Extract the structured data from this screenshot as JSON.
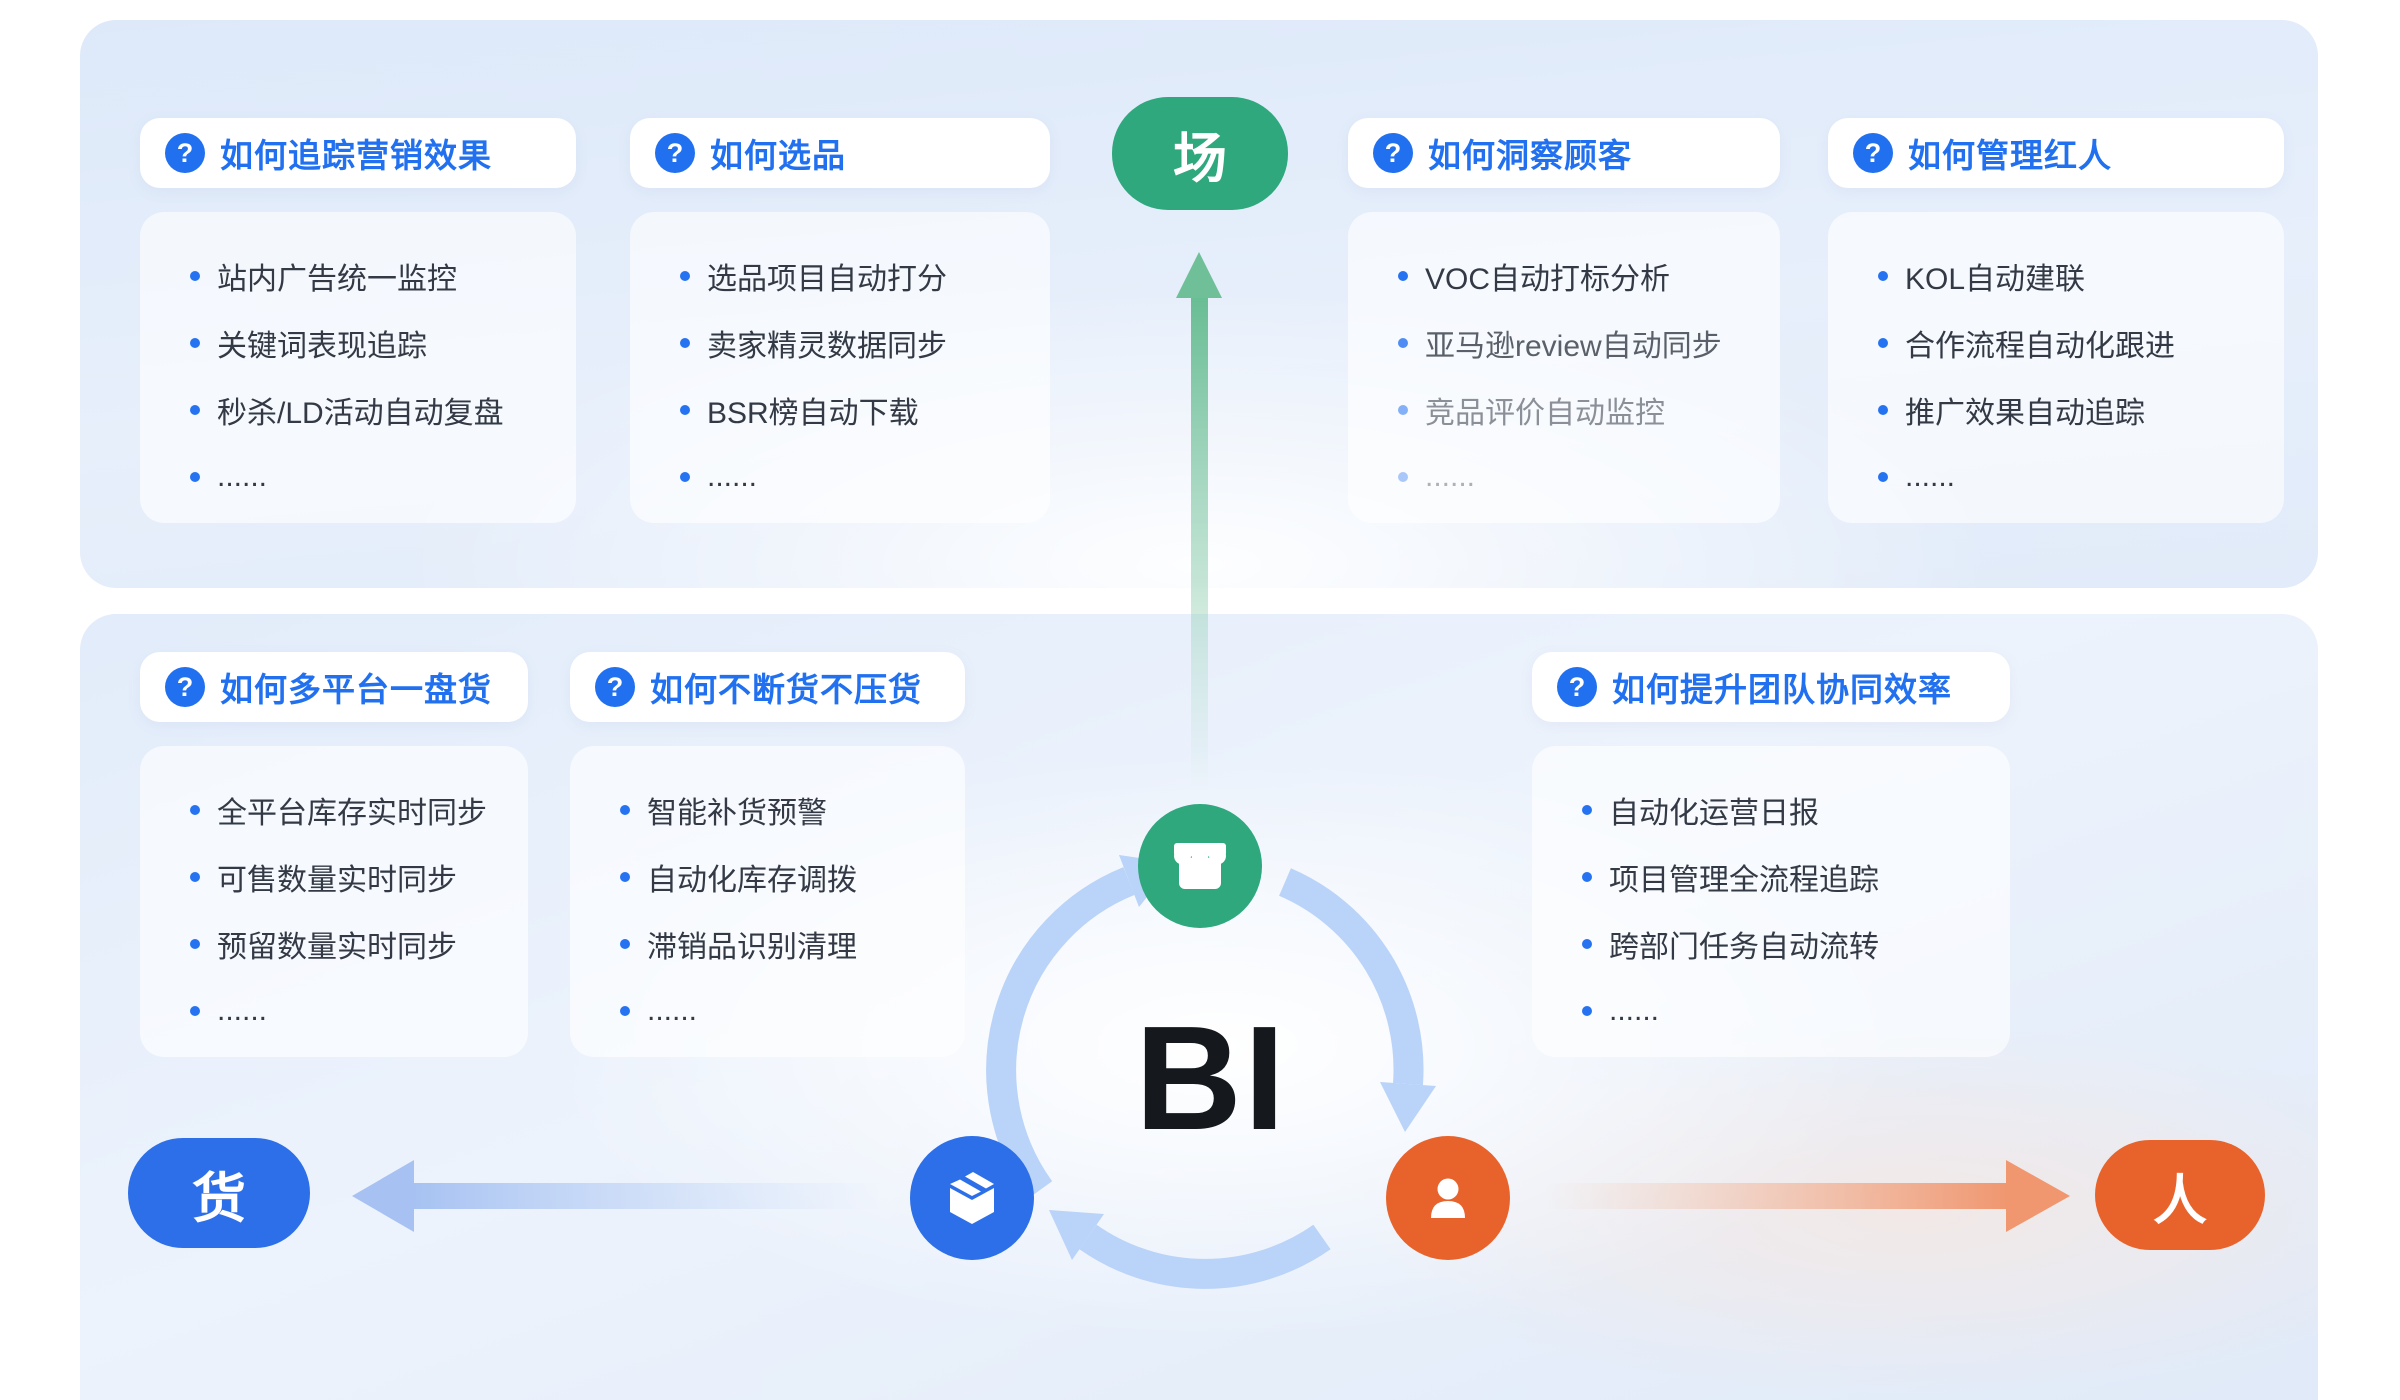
{
  "diagram": {
    "center_label": "BI",
    "node_market": "场",
    "node_goods": "货",
    "node_people": "人",
    "question_mark": "?"
  },
  "colors": {
    "accent_blue": "#2170F0",
    "green": "#2EA87C",
    "node_blue": "#2D6FE8",
    "orange": "#E8632C",
    "arc_blue": "#BAD3F8"
  },
  "top_cards": [
    {
      "title": "如何追踪营销效果",
      "items": [
        "站内广告统一监控",
        "关键词表现追踪",
        "秒杀/LD活动自动复盘",
        "......"
      ]
    },
    {
      "title": "如何选品",
      "items": [
        "选品项目自动打分",
        "卖家精灵数据同步",
        "BSR榜自动下载",
        "......"
      ]
    },
    {
      "title": "如何洞察顾客",
      "items": [
        "VOC自动打标分析",
        "亚马逊review自动同步",
        "竞品评价自动监控",
        "......"
      ]
    },
    {
      "title": "如何管理红人",
      "items": [
        "KOL自动建联",
        "合作流程自动化跟进",
        "推广效果自动追踪",
        "......"
      ]
    }
  ],
  "bottom_cards": [
    {
      "title": "如何多平台一盘货",
      "items": [
        "全平台库存实时同步",
        "可售数量实时同步",
        "预留数量实时同步",
        "......"
      ]
    },
    {
      "title": "如何不断货不压货",
      "items": [
        "智能补货预警",
        "自动化库存调拨",
        "滞销品识别清理",
        "......"
      ]
    },
    {
      "title": "如何提升团队协同效率",
      "items": [
        "自动化运营日报",
        "项目管理全流程追踪",
        "跨部门任务自动流转",
        "......"
      ]
    }
  ]
}
